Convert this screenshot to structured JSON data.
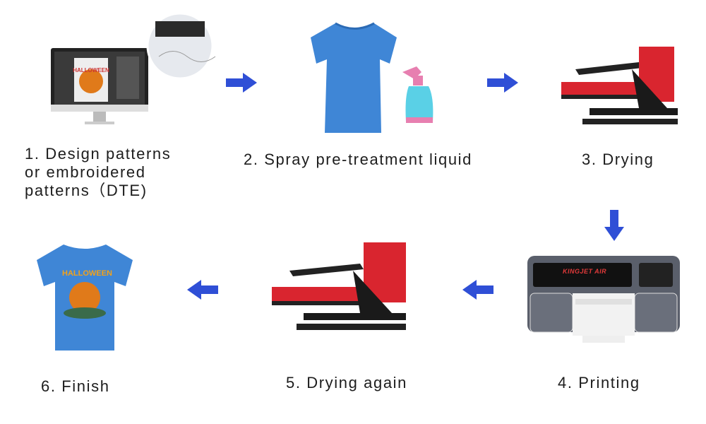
{
  "colors": {
    "arrow": "#2f4fd6",
    "shirt": "#3f86d6",
    "press_red": "#d9252f",
    "printer_gray": "#5a5f6b"
  },
  "steps": [
    {
      "label_lines": [
        "1. Design patterns",
        "or embroidered",
        "patterns（DTE)"
      ]
    },
    {
      "label": "2. Spray pre-treatment liquid"
    },
    {
      "label": "3. Drying"
    },
    {
      "label": "4. Printing",
      "printer_brand": "KINGJET AIR"
    },
    {
      "label": "5. Drying again"
    },
    {
      "label": "6. Finish",
      "shirt_print": "HALLOWEEN"
    }
  ],
  "arrows": [
    "right-arrow",
    "right-arrow",
    "down-arrow",
    "left-arrow",
    "left-arrow"
  ]
}
